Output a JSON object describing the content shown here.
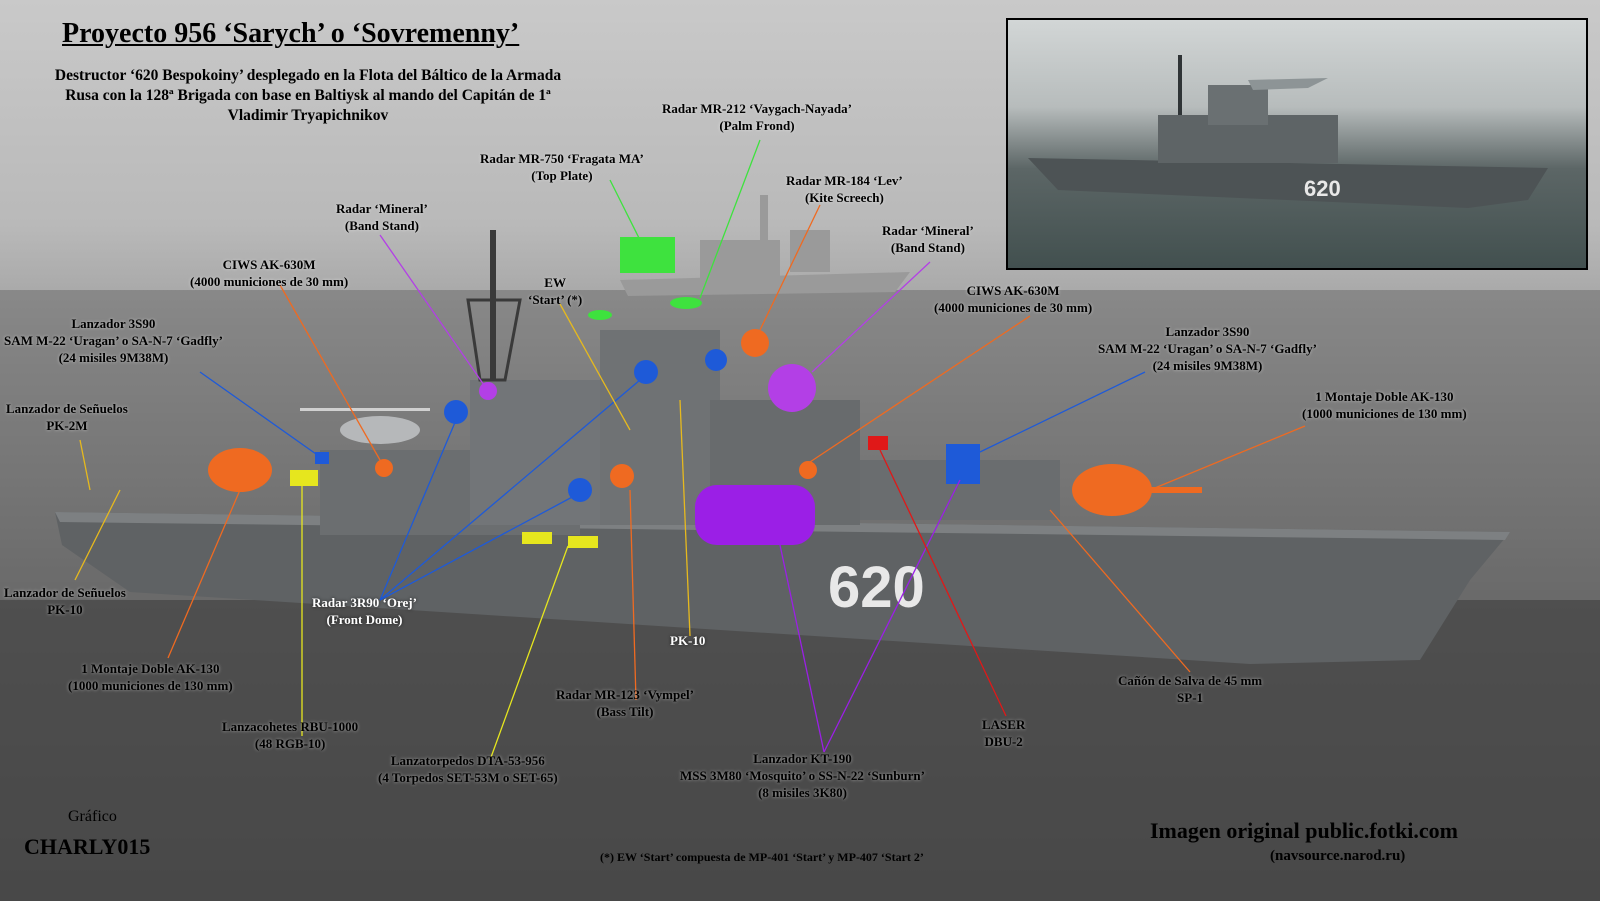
{
  "title": "Proyecto 956 ‘Sarych’ o ‘Sovremenny’",
  "intro": [
    "Destructor ‘620 Bespokoiny’ desplegado en la Flota del Báltico de la Armada",
    "Rusa con la 128ª Brigada con base en Baltiysk al mando del Capitán de 1ª",
    "Vladimir Tryapichnikov"
  ],
  "hull_number": "620",
  "inset_hull_number": "620",
  "colors": {
    "radar_green": "#3ee23e",
    "launcher_blue": "#1e5ad8",
    "mineral_purple": "#b33fe6",
    "gun_orange": "#ef6a21",
    "rbu_yellow": "#e6e61e",
    "laser_red": "#e01818",
    "ship_grey": "#6b6e70"
  },
  "labels": {
    "mr212": [
      "Radar MR-212 ‘Vaygach-Nayada’",
      "(Palm Frond)"
    ],
    "mr750": [
      "Radar MR-750 ‘Fragata MA’",
      "(Top Plate)"
    ],
    "mr184": [
      "Radar MR-184 ‘Lev’",
      "(Kite Screech)"
    ],
    "mineral_left": [
      "Radar ‘Mineral’",
      "(Band Stand)"
    ],
    "mineral_right": [
      "Radar ‘Mineral’",
      "(Band Stand)"
    ],
    "ciws_left": [
      "CIWS AK-630M",
      "(4000 municiones de 30 mm)"
    ],
    "ciws_right": [
      "CIWS AK-630M",
      "(4000 municiones de 30 mm)"
    ],
    "ew": [
      "EW",
      "‘Start’ (*)"
    ],
    "sam_left": [
      "Lanzador 3S90",
      "SAM M-22 ‘Uragan’ o SA-N-7 ‘Gadfly’",
      "(24 misiles 9M38M)"
    ],
    "sam_right": [
      "Lanzador 3S90",
      "SAM M-22 ‘Uragan’ o SA-N-7 ‘Gadfly’",
      "(24 misiles 9M38M)"
    ],
    "decoy_pk2m": [
      "Lanzador de Señuelos",
      "PK-2M"
    ],
    "decoy_pk10": [
      "Lanzador de Señuelos",
      "PK-10"
    ],
    "ak130_right": [
      "1 Montaje Doble AK-130",
      "(1000 municiones de 130 mm)"
    ],
    "ak130_left": [
      "1 Montaje Doble AK-130",
      "(1000 municiones de 130 mm)"
    ],
    "orej": [
      "Radar 3R90 ‘Orej’",
      "(Front Dome)"
    ],
    "pk10": [
      "PK-10"
    ],
    "vympel": [
      "Radar MR-123 ‘Vympel’",
      "(Bass Tilt)"
    ],
    "rbu": [
      "Lanzacohetes RBU-1000",
      "(48 RGB-10)"
    ],
    "torpedo": [
      "Lanzatorpedos DTA-53-956",
      "(4 Torpedos SET-53M o SET-65)"
    ],
    "kt190": [
      "Lanzador KT-190",
      "MSS 3M80 ‘Mosquito’ o SS-N-22 ‘Sunburn’",
      "(8 misiles 3K80)"
    ],
    "laser": [
      "LASER",
      "DBU-2"
    ],
    "salvo": [
      "Cañón de Salva de 45 mm",
      "SP-1"
    ]
  },
  "footer": {
    "grafico": "Gráfico",
    "author": "CHARLY015",
    "note": "(*) EW ‘Start’ compuesta de MP-401 ‘Start’ y MP-407 ‘Start 2’",
    "source": "Imagen original public.fotki.com",
    "source_sub": "(navsource.narod.ru)"
  }
}
